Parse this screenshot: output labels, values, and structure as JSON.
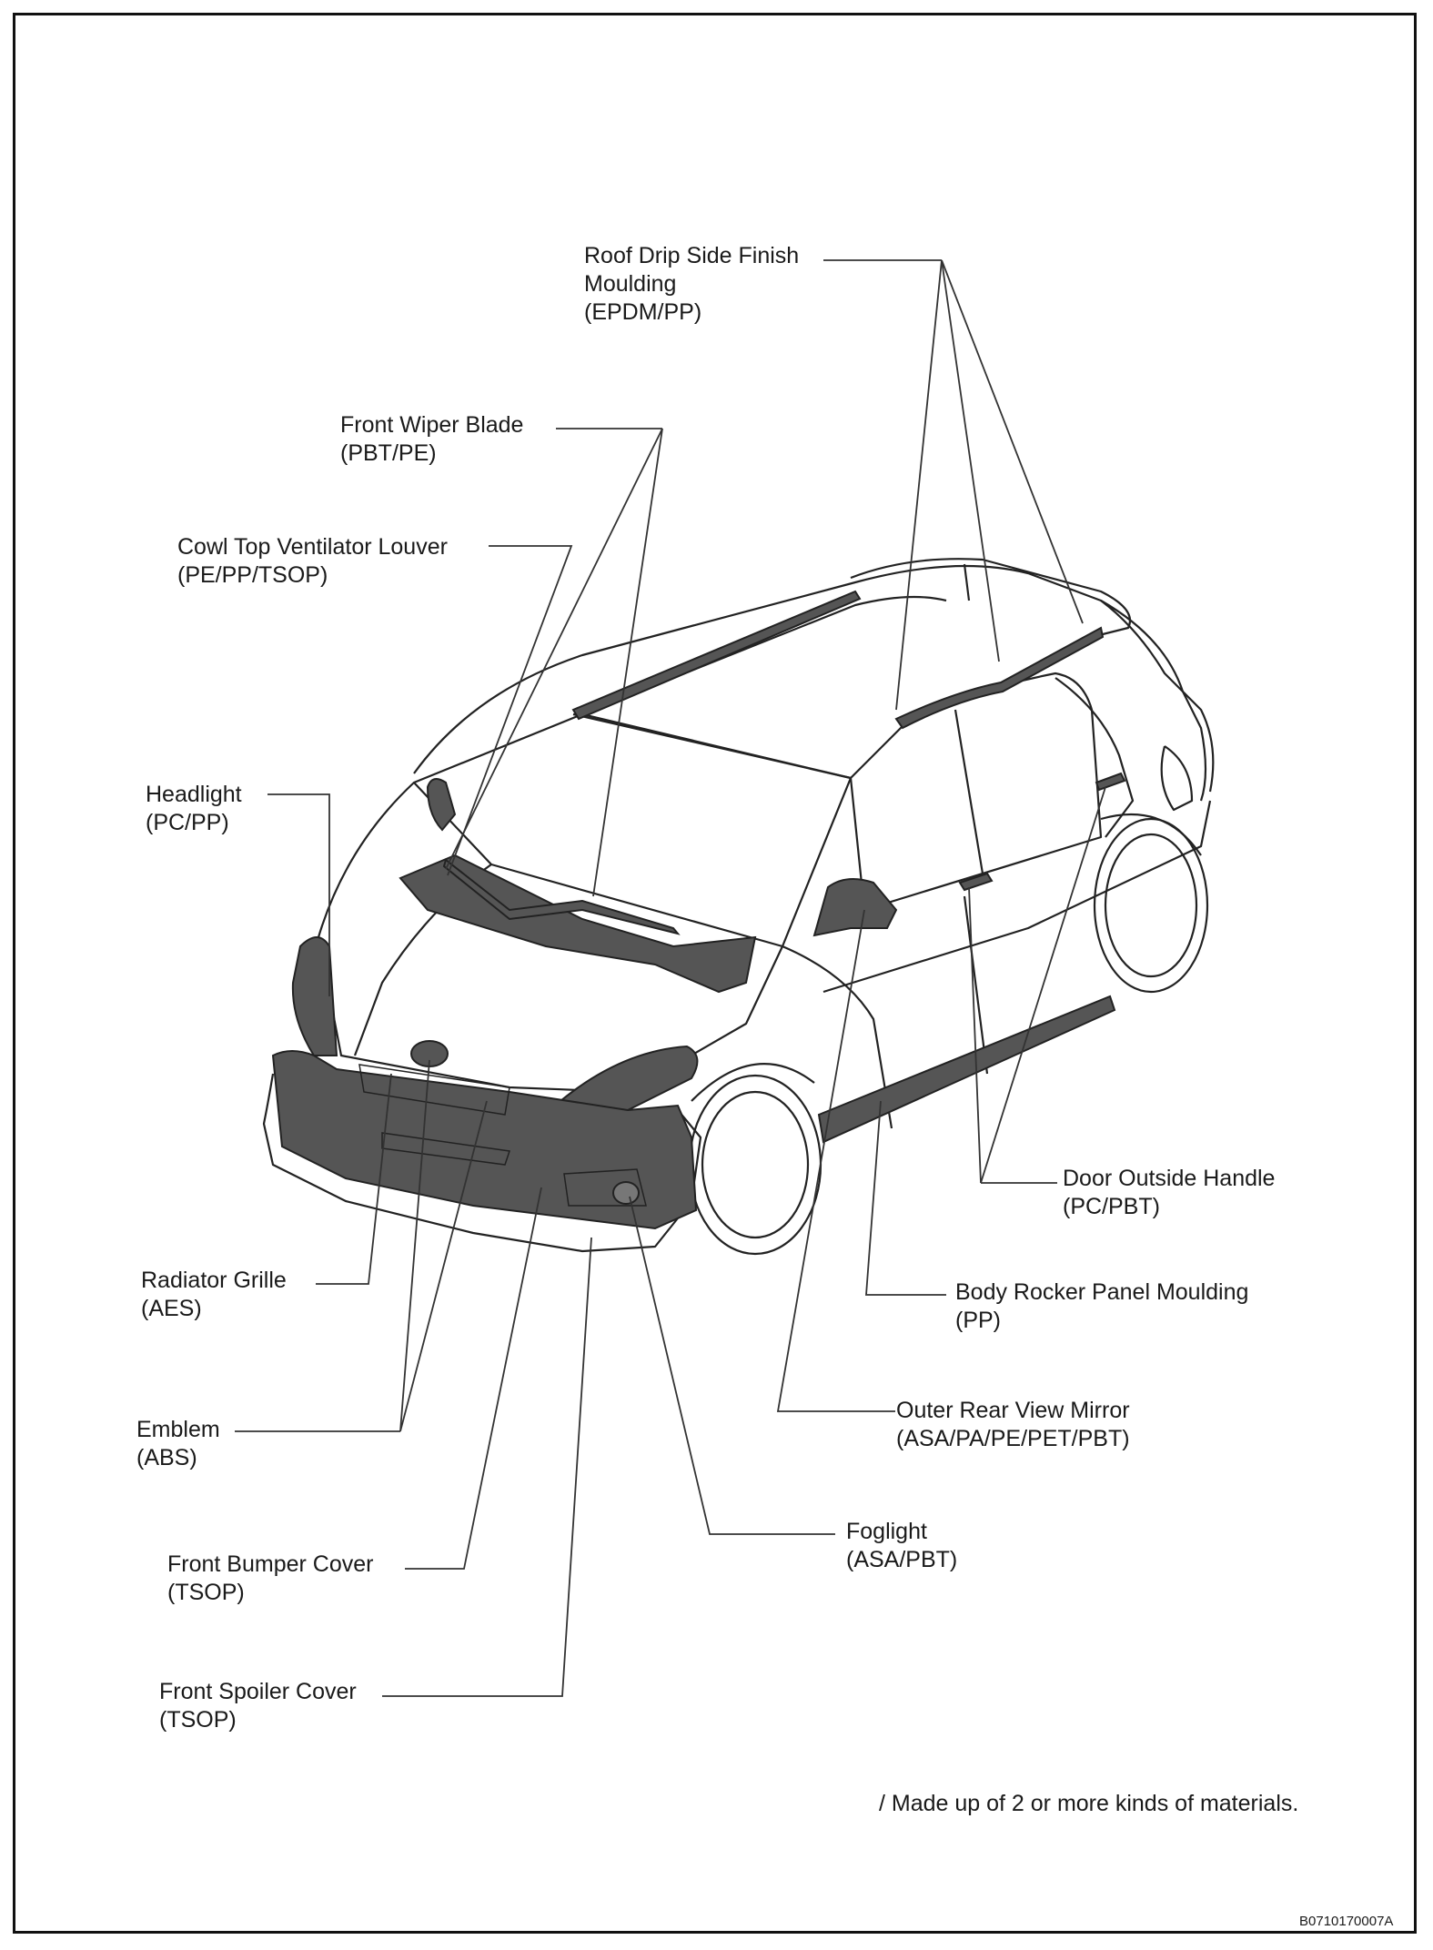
{
  "labels": {
    "roof_drip": {
      "line1": "Roof Drip Side Finish",
      "line2": "Moulding",
      "line3": "(EPDM/PP)"
    },
    "wiper": {
      "line1": "Front Wiper Blade",
      "line2": "(PBT/PE)"
    },
    "cowl": {
      "line1": "Cowl Top Ventilator Louver",
      "line2": "(PE/PP/TSOP)"
    },
    "headlight": {
      "line1": "Headlight",
      "line2": "(PC/PP)"
    },
    "radiator_grille": {
      "line1": "Radiator Grille",
      "line2": "(AES)"
    },
    "emblem": {
      "line1": "Emblem",
      "line2": "(ABS)"
    },
    "bumper": {
      "line1": "Front Bumper Cover",
      "line2": "(TSOP)"
    },
    "spoiler": {
      "line1": "Front Spoiler Cover",
      "line2": "(TSOP)"
    },
    "door_handle": {
      "line1": "Door Outside Handle",
      "line2": "(PC/PBT)"
    },
    "rocker": {
      "line1": "Body Rocker Panel Moulding",
      "line2": "(PP)"
    },
    "mirror": {
      "line1": "Outer Rear View Mirror",
      "line2": "(ASA/PA/PE/PET/PBT)"
    },
    "foglight": {
      "line1": "Foglight",
      "line2": "(ASA/PBT)"
    }
  },
  "note": "/ Made up of 2 or more kinds of materials.",
  "figure_id": "B0710170007A",
  "colors": {
    "highlight_fill": "#555555",
    "outline": "#222222",
    "leader": "#333333"
  }
}
